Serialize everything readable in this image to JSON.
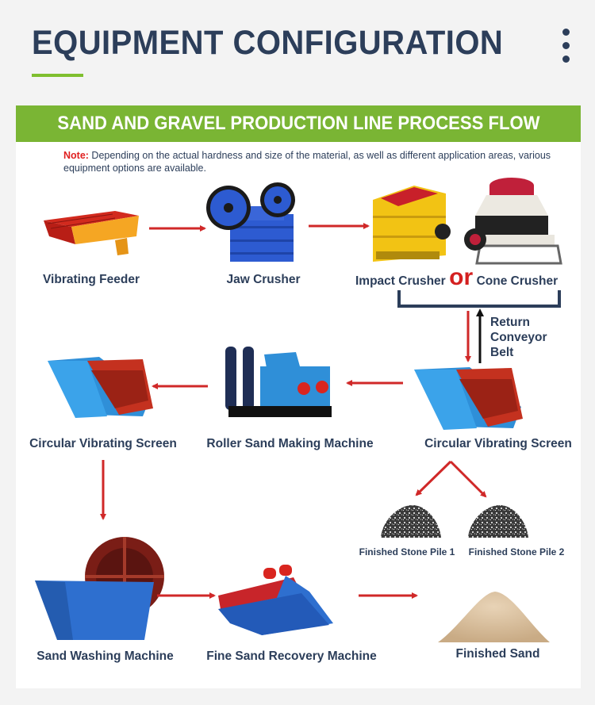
{
  "header": {
    "title": "EQUIPMENT CONFIGURATION",
    "menu_icon": "vertical-ellipsis-icon",
    "accent_color": "#7fbf2e"
  },
  "banner": {
    "title": "SAND AND GRAVEL PRODUCTION LINE PROCESS FLOW",
    "color": "#7ab534"
  },
  "note": {
    "label": "Note:",
    "text": " Depending on the actual hardness and size of the material, as well as different application areas, various equipment options are available."
  },
  "nodes": {
    "vibrating_feeder": "Vibrating Feeder",
    "jaw_crusher": "Jaw Crusher",
    "impact_crusher": "Impact Crusher",
    "or_word": "or",
    "cone_crusher": "Cone Crusher",
    "return_line1": "Return",
    "return_line2": "Conveyor",
    "return_line3": "Belt",
    "circular_screen_right": "Circular Vibrating Screen",
    "roller_sand_making": "Roller Sand Making Machine",
    "circular_screen_left": "Circular Vibrating Screen",
    "stone_pile_1": "Finished Stone Pile 1",
    "stone_pile_2": "Finished Stone Pile 2",
    "sand_washing": "Sand Washing Machine",
    "fine_sand_recovery": "Fine Sand Recovery Machine",
    "finished_sand": "Finished Sand"
  },
  "colors": {
    "arrow": "#d02828",
    "return_arrow": "#111111",
    "text": "#2c3e5a",
    "bracket": "#2c3e5a"
  }
}
